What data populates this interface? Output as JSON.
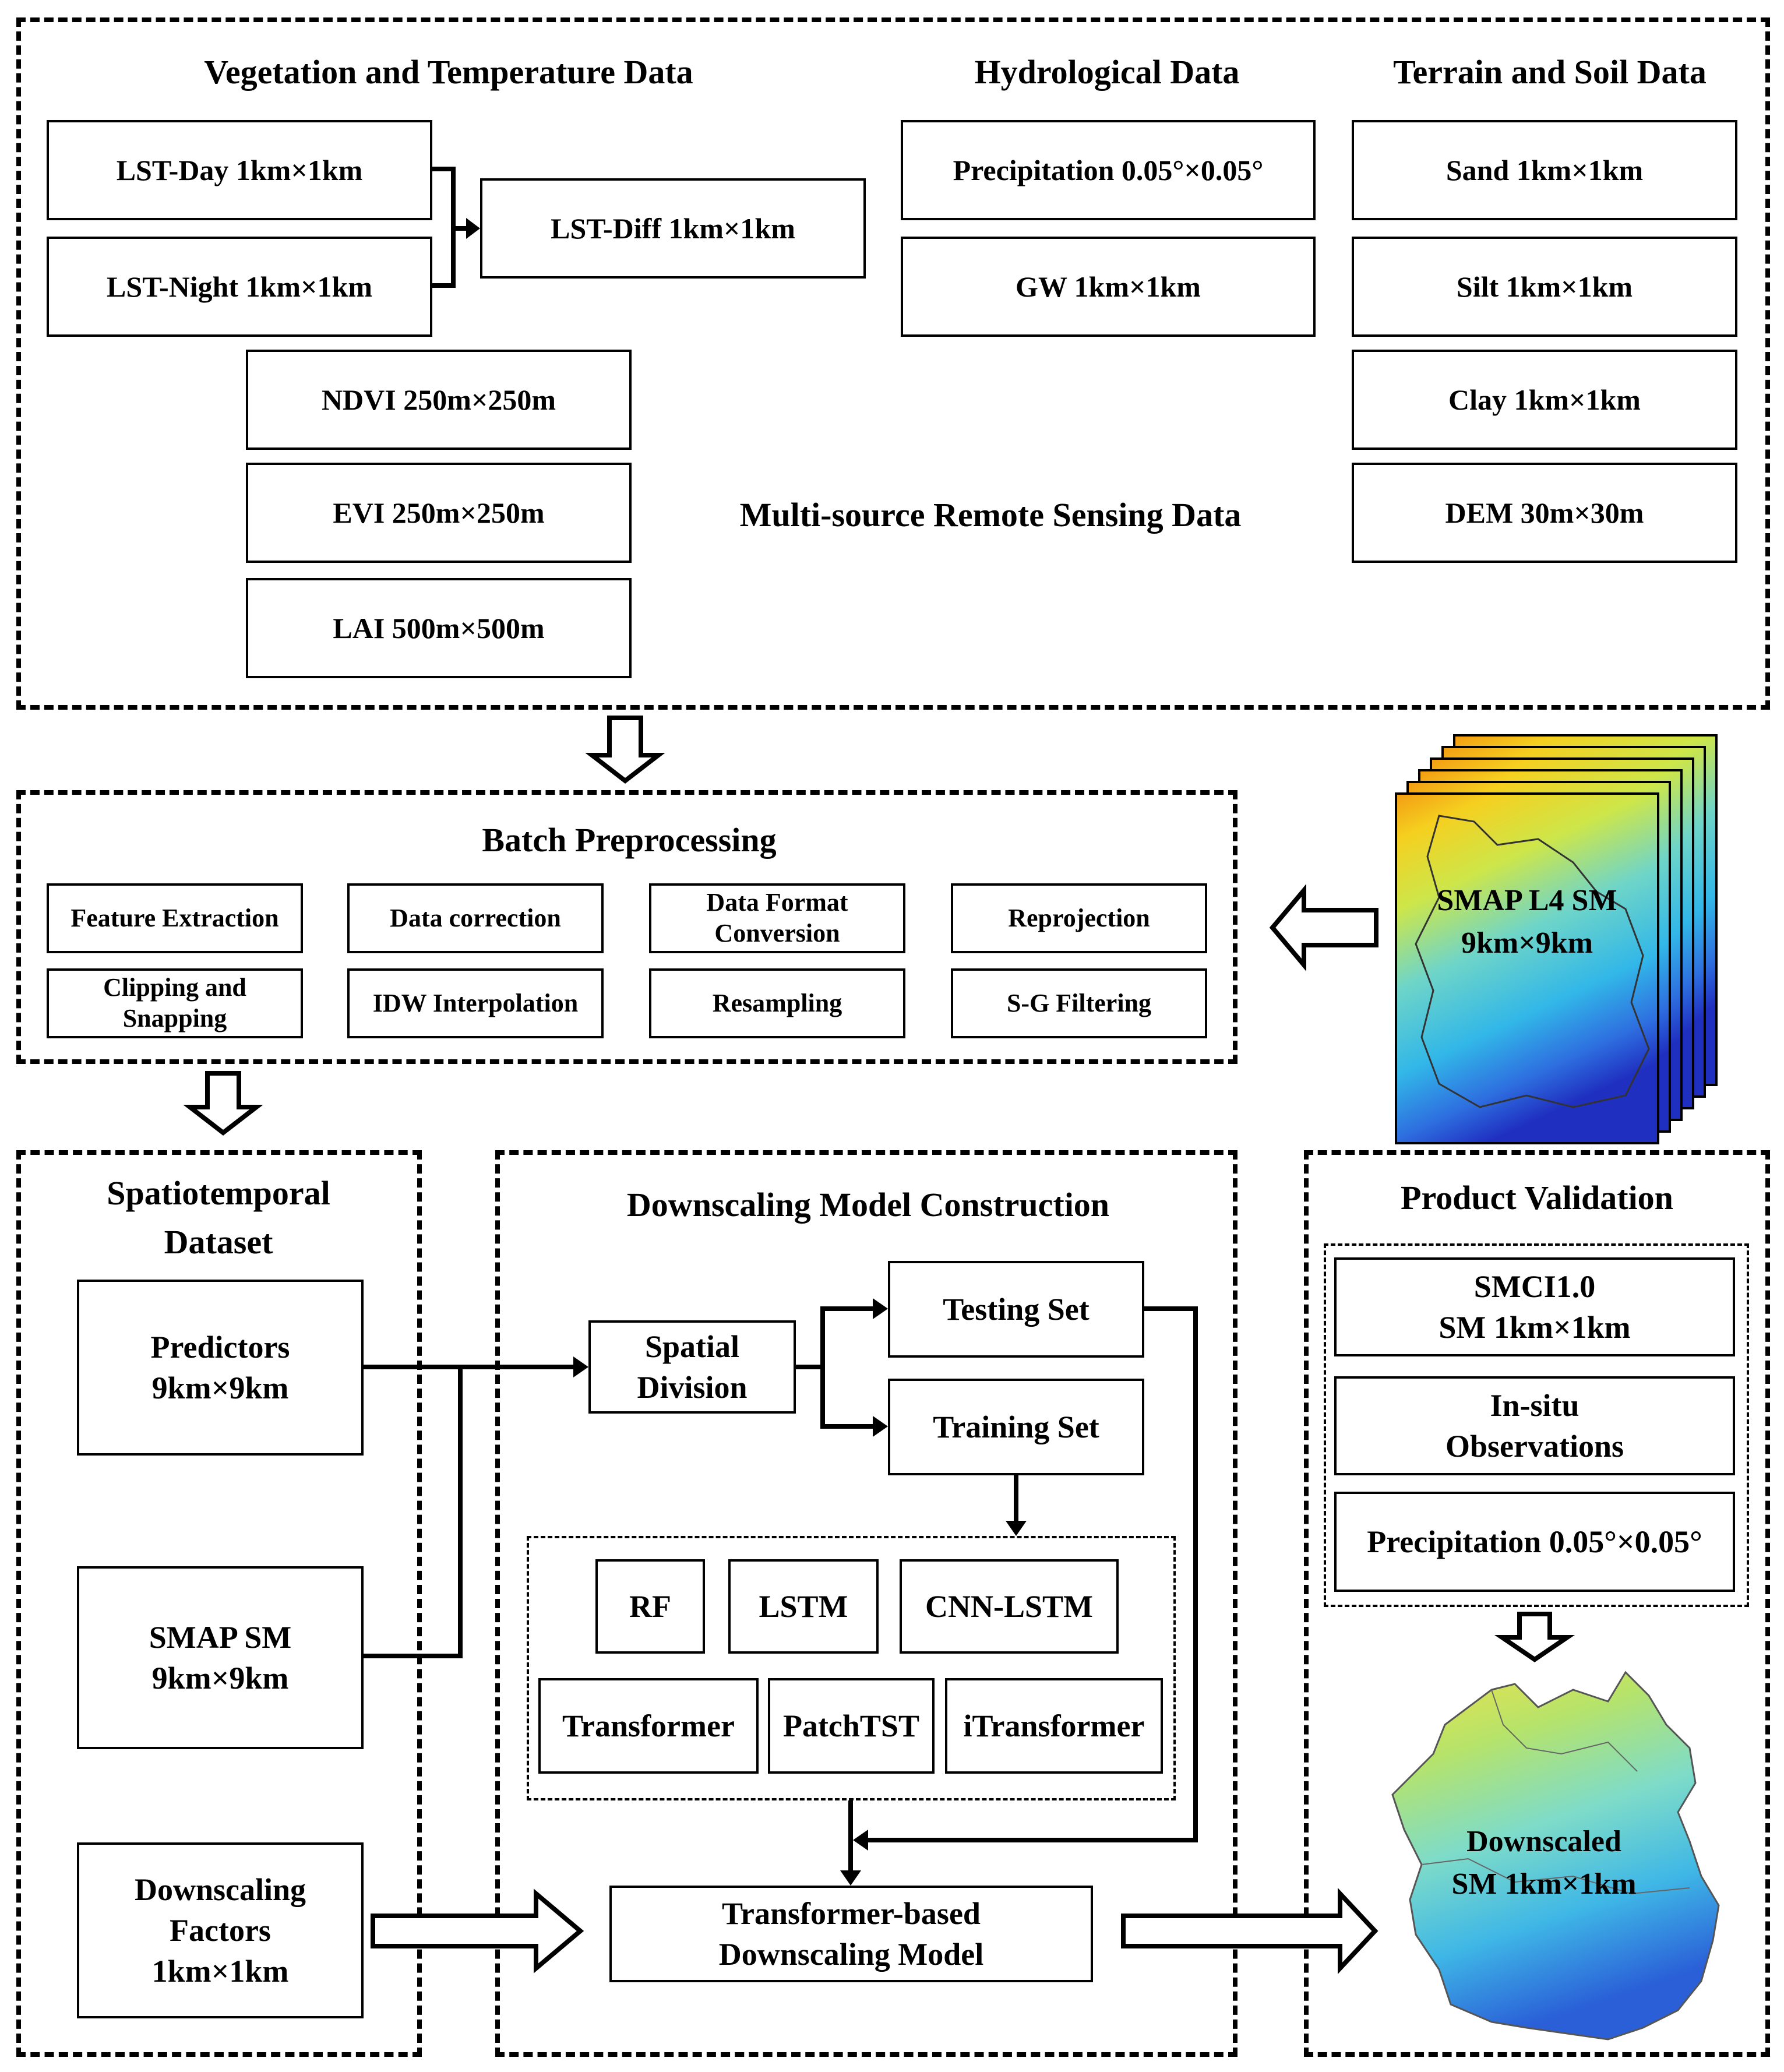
{
  "multisource": {
    "veg_temp_title": "Vegetation and Temperature Data",
    "hydro_title": "Hydrological Data",
    "terrain_title": "Terrain and Soil Data",
    "center_label": "Multi-source Remote Sensing Data",
    "lst_day": "LST-Day  1km×1km",
    "lst_night": "LST-Night  1km×1km",
    "lst_diff": "LST-Diff  1km×1km",
    "ndvi": "NDVI  250m×250m",
    "evi": "EVI  250m×250m",
    "lai": "LAI  500m×500m",
    "precipitation": "Precipitation  0.05°×0.05°",
    "gw": "GW  1km×1km",
    "sand": "Sand   1km×1km",
    "silt": "Silt   1km×1km",
    "clay": "Clay   1km×1km",
    "dem": "DEM  30m×30m"
  },
  "preprocessing": {
    "title": "Batch Preprocessing",
    "steps": [
      "Feature Extraction",
      "Data correction",
      "Data Format\nConversion",
      "Reprojection",
      "Clipping and\nSnapping",
      "IDW Interpolation",
      "Resampling",
      "S-G Filtering"
    ]
  },
  "smap_input": {
    "label": "SMAP L4 SM\n9km×9km"
  },
  "dataset": {
    "title": "Spatiotemporal\nDataset",
    "predictors": "Predictors\n9km×9km",
    "smap_sm": "SMAP SM\n9km×9km",
    "factors": "Downscaling\nFactors\n1km×1km"
  },
  "model": {
    "title": "Downscaling Model Construction",
    "spatial_division": "Spatial\nDivision",
    "testing_set": "Testing Set",
    "training_set": "Training Set",
    "models": [
      "RF",
      "LSTM",
      "CNN-LSTM",
      "Transformer",
      "PatchTST",
      "iTransformer"
    ],
    "final_model": "Transformer-based\nDownscaling Model"
  },
  "validation": {
    "title": "Product Validation",
    "smci": "SMCI1.0\nSM 1km×1km",
    "insitu": "In-situ\nObservations",
    "precipitation": "Precipitation 0.05°×0.05°",
    "output": "Downscaled\nSM  1km×1km"
  },
  "colors": {
    "line": "#000000",
    "map_warm": "#f39c12",
    "map_mid": "#8fe0c0",
    "map_cool": "#2b3fd6"
  }
}
